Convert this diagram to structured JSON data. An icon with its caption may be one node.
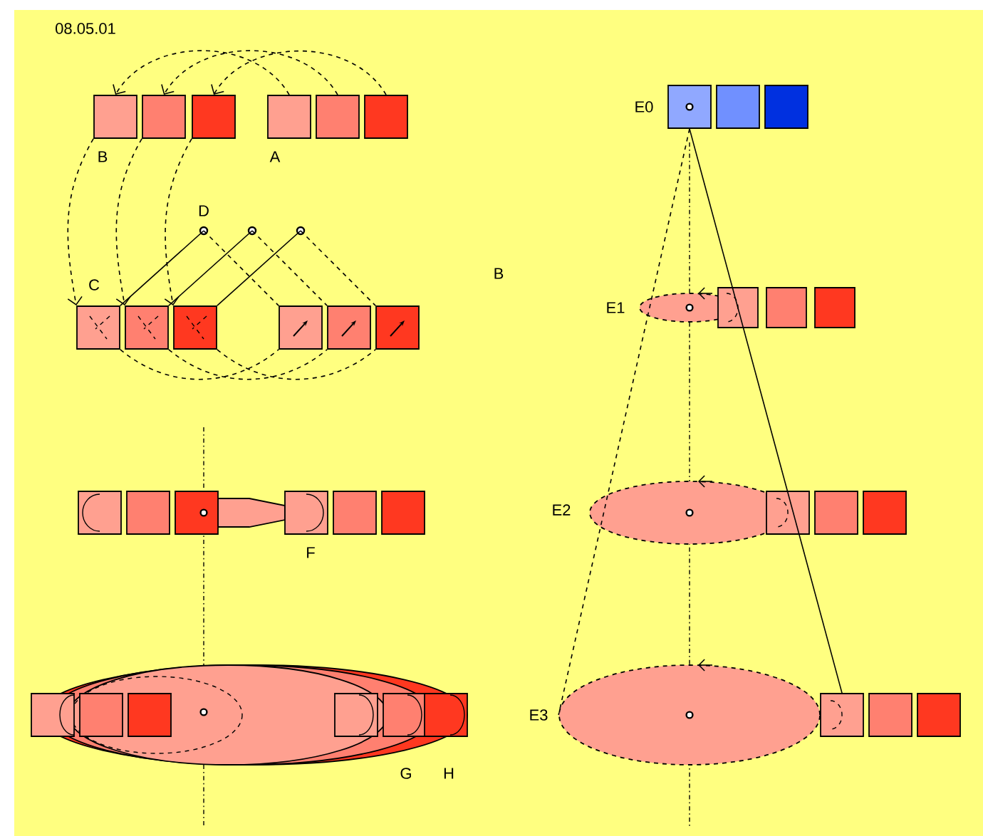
{
  "diagram": {
    "nodes": [
      {
        "text": [],
        "shape": "box"
      },
      {
        "text": [],
        "shape": "box"
      },
      {
        "text": [],
        "shape": "box"
      },
      {
        "text": [],
        "shape": "box"
      },
      {
        "text": [],
        "shape": "box"
      },
      {
        "text": [],
        "shape": "box"
      },
      {
        "text": [],
        "shape": "box"
      },
      {
        "text": [],
        "shape": "box"
      },
      {
        "text": [],
        "shape": "box"
      },
      {
        "text": [],
        "shape": "box"
      },
      {
        "text": [],
        "shape": "box"
      },
      {
        "text": [],
        "shape": "box"
      },
      {
        "text": [],
        "shape": "circle"
      },
      {
        "text": [],
        "shape": "circle"
      },
      {
        "text": [],
        "shape": "circle"
      },
      {
        "text": [],
        "shape": "box"
      },
      {
        "text": [],
        "shape": "ellipse"
      },
      {
        "text": [],
        "shape": "box"
      }
    ],
    "edges": [
      {
        "from": 3,
        "to": 0,
        "arrow": "to",
        "style": "dashed"
      },
      {
        "from": 4,
        "to": 1,
        "arrow": "to",
        "style": "dashed"
      },
      {
        "from": 5,
        "to": 2,
        "arrow": "to",
        "style": "dashed"
      },
      {
        "from": 0,
        "to": 6,
        "arrow": "to",
        "style": "dashed"
      },
      {
        "from": 1,
        "to": 7,
        "arrow": "to",
        "style": "dashed"
      },
      {
        "from": 2,
        "to": 8,
        "arrow": "to",
        "style": "dashed"
      },
      {
        "from": 12,
        "to": 6,
        "arrow": "none"
      },
      {
        "from": 13,
        "to": 7,
        "arrow": "none"
      },
      {
        "from": 14,
        "to": 8,
        "arrow": "none"
      },
      {
        "from": 12,
        "to": 9,
        "arrow": "none",
        "style": "dashed"
      },
      {
        "from": 13,
        "to": 10,
        "arrow": "none",
        "style": "dashed"
      },
      {
        "from": 14,
        "to": 11,
        "arrow": "none",
        "style": "dashed"
      },
      {
        "from": 6,
        "to": 9,
        "arrow": "none",
        "style": "dashed"
      },
      {
        "from": 7,
        "to": 10,
        "arrow": "none",
        "style": "dashed"
      },
      {
        "from": 8,
        "to": 11,
        "arrow": "none",
        "style": "dashed"
      },
      {
        "from": 15,
        "to": 16,
        "arrow": "none",
        "style": "dashed"
      },
      {
        "from": 15,
        "to": 17,
        "arrow": "none"
      }
    ],
    "labels": [
      "08.05.01",
      "B",
      "A",
      "D",
      "C",
      "B",
      "F",
      "G",
      "H",
      "E0",
      "E1",
      "E2",
      "E3"
    ]
  }
}
